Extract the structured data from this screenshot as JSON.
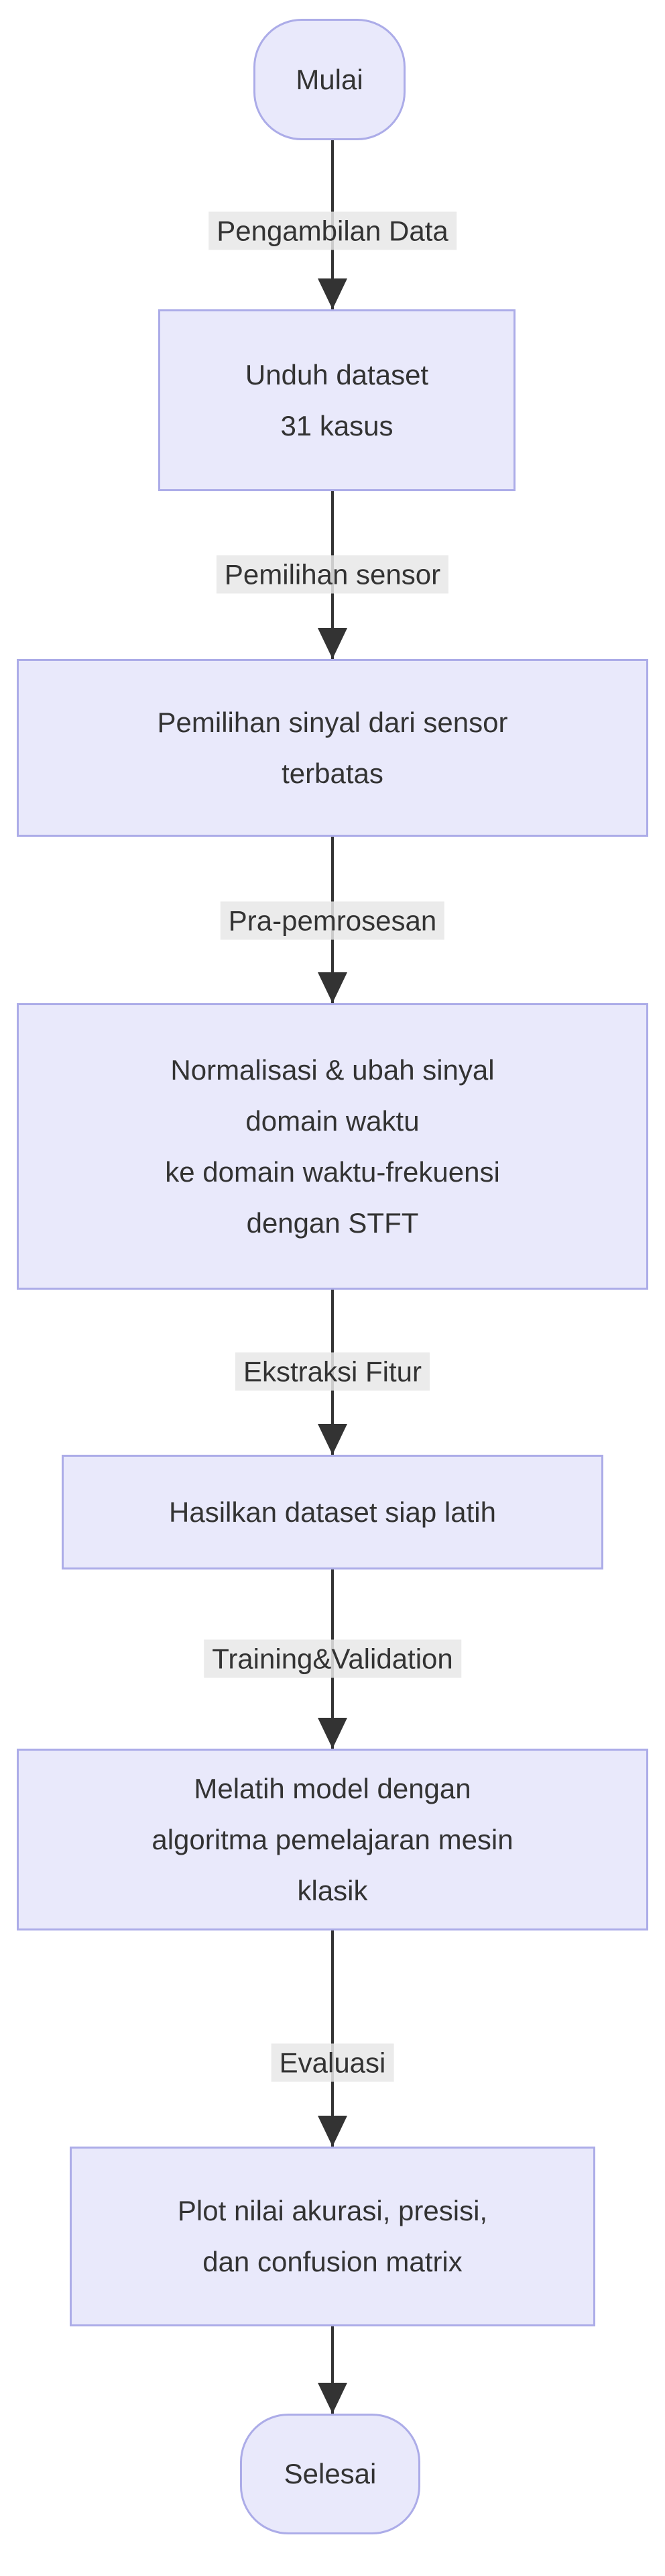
{
  "flowchart": {
    "colors": {
      "node_fill": "#E9E9FB",
      "node_border": "#ACACE8",
      "edge_line": "#333333",
      "edge_label_bg": "#E8E8E8",
      "text": "#333333",
      "background": "#FFFFFF"
    },
    "nodes": [
      {
        "id": "mulai",
        "type": "stadium",
        "lines": [
          "Mulai"
        ]
      },
      {
        "id": "unduh_dataset",
        "type": "process",
        "lines": [
          "Unduh dataset",
          "31 kasus"
        ]
      },
      {
        "id": "pemilihan_sinyal",
        "type": "process",
        "lines": [
          "Pemilihan sinyal dari sensor",
          "terbatas"
        ]
      },
      {
        "id": "normalisasi_stft",
        "type": "process",
        "lines": [
          "Normalisasi & ubah sinyal",
          "domain waktu",
          "ke domain waktu-frekuensi",
          "dengan STFT"
        ]
      },
      {
        "id": "dataset_siap_latih",
        "type": "process",
        "lines": [
          "Hasilkan dataset siap latih"
        ]
      },
      {
        "id": "melatih_model",
        "type": "process",
        "lines": [
          "Melatih model dengan",
          "algoritma pemelajaran mesin",
          "klasik"
        ]
      },
      {
        "id": "plot_evaluasi",
        "type": "process",
        "lines": [
          "Plot nilai akurasi, presisi,",
          "dan confusion matrix"
        ]
      },
      {
        "id": "selesai",
        "type": "stadium",
        "lines": [
          "Selesai"
        ]
      }
    ],
    "edges": [
      {
        "from": "mulai",
        "to": "unduh_dataset",
        "label": "Pengambilan Data"
      },
      {
        "from": "unduh_dataset",
        "to": "pemilihan_sinyal",
        "label": "Pemilihan sensor"
      },
      {
        "from": "pemilihan_sinyal",
        "to": "normalisasi_stft",
        "label": "Pra-pemrosesan"
      },
      {
        "from": "normalisasi_stft",
        "to": "dataset_siap_latih",
        "label": "Ekstraksi Fitur"
      },
      {
        "from": "dataset_siap_latih",
        "to": "melatih_model",
        "label": "Training&Validation"
      },
      {
        "from": "melatih_model",
        "to": "plot_evaluasi",
        "label": "Evaluasi"
      },
      {
        "from": "plot_evaluasi",
        "to": "selesai",
        "label": ""
      }
    ]
  }
}
